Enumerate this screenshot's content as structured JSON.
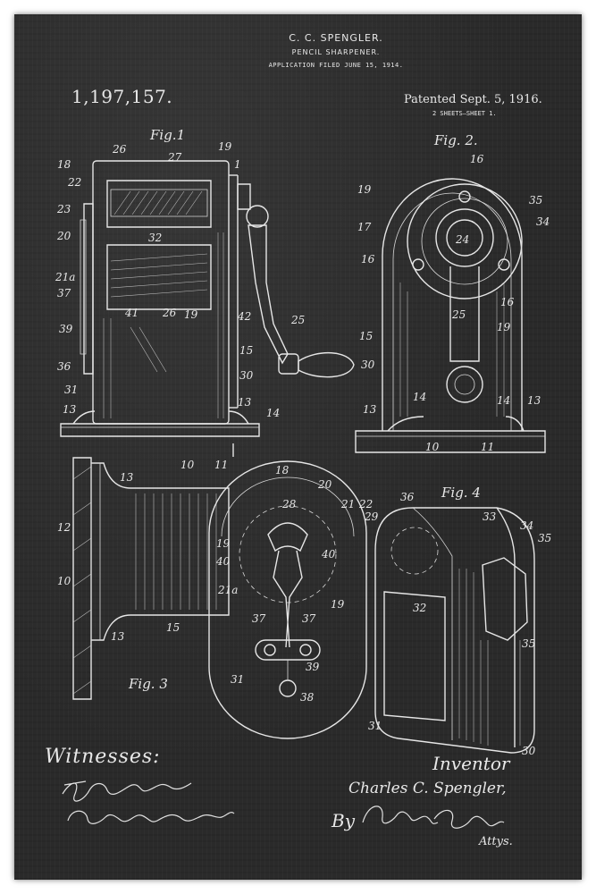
{
  "header": {
    "inventor_name": "C. C. SPENGLER.",
    "invention_title": "PENCIL SHARPENER.",
    "application_filed": "APPLICATION FILED JUNE 15, 1914.",
    "patent_number": "1,197,157.",
    "patented_date": "Patented Sept. 5, 1916.",
    "sheets": "2 SHEETS—SHEET 1."
  },
  "figures": {
    "fig1": "Fig.1",
    "fig2": "Fig. 2.",
    "fig3": "Fig. 3",
    "fig4": "Fig. 4"
  },
  "reference_numerals": {
    "fig1": [
      "26",
      "27",
      "19",
      "1",
      "18",
      "22",
      "23",
      "20",
      "32",
      "21a",
      "37",
      "39",
      "36",
      "31",
      "13",
      "41",
      "26",
      "19",
      "42",
      "25",
      "15",
      "30",
      "13",
      "14",
      "10",
      "11"
    ],
    "fig2": [
      "16",
      "19",
      "35",
      "34",
      "17",
      "24",
      "16",
      "25",
      "19",
      "15",
      "30",
      "13",
      "14",
      "14",
      "13",
      "10",
      "11",
      "16"
    ],
    "fig3": [
      "13",
      "12",
      "10",
      "15",
      "13"
    ],
    "center": [
      "18",
      "20",
      "28",
      "21",
      "22",
      "19",
      "40",
      "40",
      "21a",
      "19",
      "37",
      "37",
      "39",
      "31",
      "38"
    ],
    "fig4": [
      "36",
      "33",
      "34",
      "35",
      "29",
      "32",
      "35",
      "31",
      "30"
    ]
  },
  "signatures": {
    "witnesses_label": "Witnesses:",
    "inventor_label": "Inventor",
    "inventor_full_name": "Charles C. Spengler,",
    "by_label": "By",
    "atty_label": "Attys."
  },
  "colors": {
    "background": "#2a2a2a",
    "ink": "#e6e6e6",
    "frame": "#ffffff"
  }
}
